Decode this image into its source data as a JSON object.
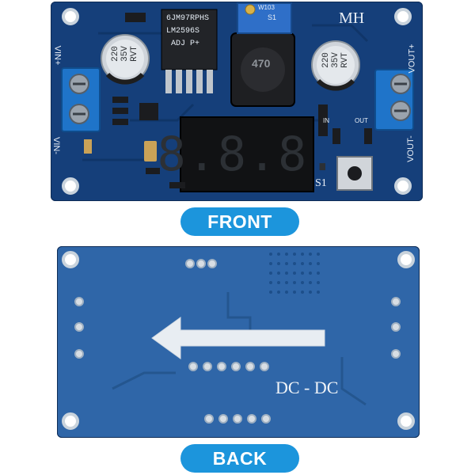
{
  "front_label": "FRONT",
  "back_label": "BACK",
  "front": {
    "ic_marking_line1": "6JM97RPHS",
    "ic_marking_line2": "LM2596S",
    "ic_marking_line3": "ADJ P+",
    "cap_left": [
      "220",
      "35V",
      "RVT"
    ],
    "cap_right": [
      "220",
      "35V",
      "RVT"
    ],
    "inductor_marking": "470",
    "pot_marking": "W103",
    "pot_label": "S1",
    "brand": "MH",
    "vin_pos": "VIN+",
    "vin_neg": "VIN-",
    "vout_pos": "VOUT+",
    "vout_neg": "VOUT-",
    "led_in": "IN",
    "led_out": "OUT",
    "button_label": "S1",
    "display_digits": "8.8.8."
  },
  "back": {
    "silkscreen": "DC - DC"
  },
  "colors": {
    "pcb_front": "#153f7a",
    "pcb_back": "#2f66a8",
    "pill": "#1c95dc",
    "terminal": "#1f74c9"
  }
}
